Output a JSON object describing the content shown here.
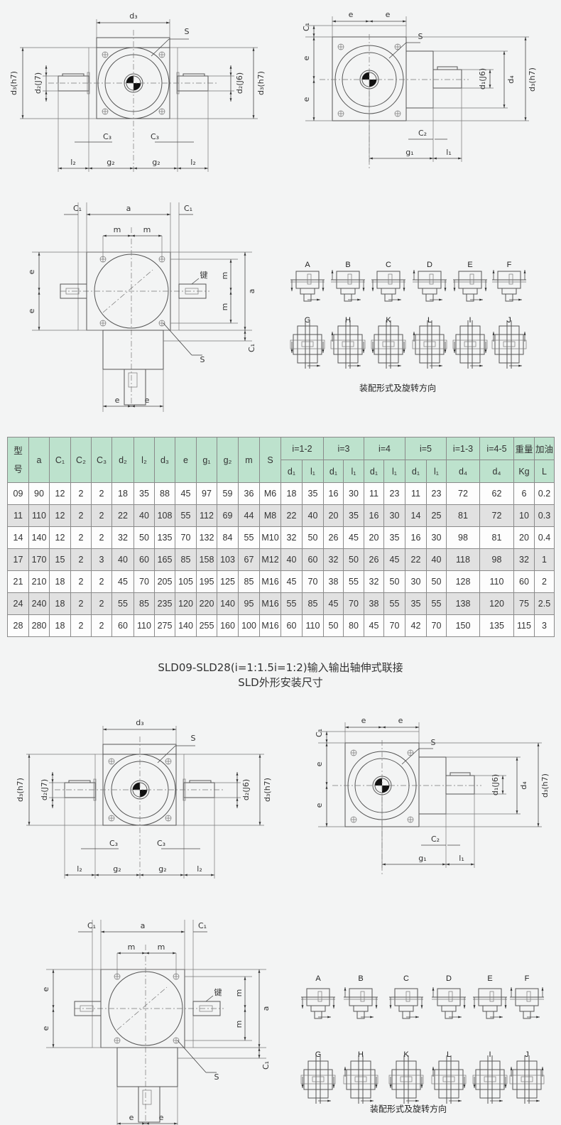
{
  "drawings": {
    "front_view": {
      "d3": "d₃",
      "S": "S",
      "d3_h7": "d₃(h7)",
      "d2_j7": "d₂(J7)",
      "d2_j6": "d₂(J6)",
      "C3": "C₃",
      "l2": "l₂",
      "g2": "g₂"
    },
    "side_view": {
      "e": "e",
      "C1": "C₁",
      "S": "S",
      "d1_j6": "d₁(J6)",
      "d4": "d₄",
      "d3_h7": "d₃(h7)",
      "C2": "C₂",
      "g1": "g₁",
      "l1": "l₁"
    },
    "top_view": {
      "C1": "C₁",
      "a": "a",
      "m": "m",
      "e": "e",
      "key": "键",
      "S": "S"
    },
    "mounting_forms": {
      "labels": [
        "A",
        "B",
        "C",
        "D",
        "E",
        "F",
        "G",
        "H",
        "K",
        "L",
        "I",
        "J"
      ],
      "caption": "装配形式及旋转方向"
    }
  },
  "table": {
    "model_header": "型号",
    "columns": [
      "a",
      "C₁",
      "C₂",
      "C₃",
      "d₂",
      "l₂",
      "d₃",
      "e",
      "g₁",
      "g₂",
      "m",
      "S"
    ],
    "groups": [
      {
        "label": "i=1-2",
        "sub": [
          "d₁",
          "l₁"
        ]
      },
      {
        "label": "i=3",
        "sub": [
          "d₁",
          "l₁"
        ]
      },
      {
        "label": "i=4",
        "sub": [
          "d₁",
          "l₁"
        ]
      },
      {
        "label": "i=5",
        "sub": [
          "d₁",
          "l₁"
        ]
      },
      {
        "label": "i=1-3",
        "sub": [
          "d₄"
        ]
      },
      {
        "label": "i=4-5",
        "sub": [
          "d₄"
        ]
      },
      {
        "label": "重量",
        "sub": [
          "Kg"
        ]
      },
      {
        "label": "加油",
        "sub": [
          "L"
        ]
      }
    ],
    "rows": [
      [
        "09",
        "90",
        "12",
        "2",
        "2",
        "18",
        "35",
        "88",
        "45",
        "97",
        "59",
        "36",
        "M6",
        "18",
        "35",
        "16",
        "30",
        "11",
        "23",
        "11",
        "23",
        "72",
        "62",
        "6",
        "0.2"
      ],
      [
        "11",
        "110",
        "12",
        "2",
        "2",
        "22",
        "40",
        "108",
        "55",
        "112",
        "69",
        "44",
        "M8",
        "22",
        "40",
        "20",
        "35",
        "16",
        "30",
        "14",
        "25",
        "81",
        "72",
        "10",
        "0.3"
      ],
      [
        "14",
        "140",
        "12",
        "2",
        "2",
        "32",
        "50",
        "135",
        "70",
        "132",
        "84",
        "55",
        "M10",
        "32",
        "50",
        "26",
        "45",
        "20",
        "35",
        "16",
        "30",
        "98",
        "81",
        "20",
        "0.4"
      ],
      [
        "17",
        "170",
        "15",
        "2",
        "3",
        "40",
        "60",
        "165",
        "85",
        "158",
        "103",
        "67",
        "M12",
        "40",
        "60",
        "32",
        "50",
        "26",
        "45",
        "22",
        "40",
        "118",
        "98",
        "32",
        "1"
      ],
      [
        "21",
        "210",
        "18",
        "2",
        "2",
        "45",
        "70",
        "205",
        "105",
        "195",
        "125",
        "85",
        "M16",
        "45",
        "70",
        "38",
        "55",
        "32",
        "50",
        "30",
        "50",
        "128",
        "110",
        "60",
        "2"
      ],
      [
        "24",
        "240",
        "18",
        "2",
        "2",
        "55",
        "85",
        "235",
        "120",
        "220",
        "140",
        "95",
        "M16",
        "55",
        "85",
        "45",
        "70",
        "38",
        "55",
        "35",
        "55",
        "138",
        "120",
        "75",
        "2.5"
      ],
      [
        "28",
        "280",
        "18",
        "2",
        "2",
        "60",
        "110",
        "275",
        "140",
        "255",
        "160",
        "100",
        "M16",
        "60",
        "110",
        "50",
        "80",
        "45",
        "70",
        "42",
        "70",
        "150",
        "135",
        "115",
        "3"
      ]
    ]
  },
  "section": {
    "title": "SLD09-SLD28(i=1:1.5i=1:2)输入输出轴伸式联接",
    "subtitle": "SLD外形安装尺寸"
  },
  "colors": {
    "header_bg": "#bde2cd",
    "row_alt": "#e1e1e1"
  }
}
